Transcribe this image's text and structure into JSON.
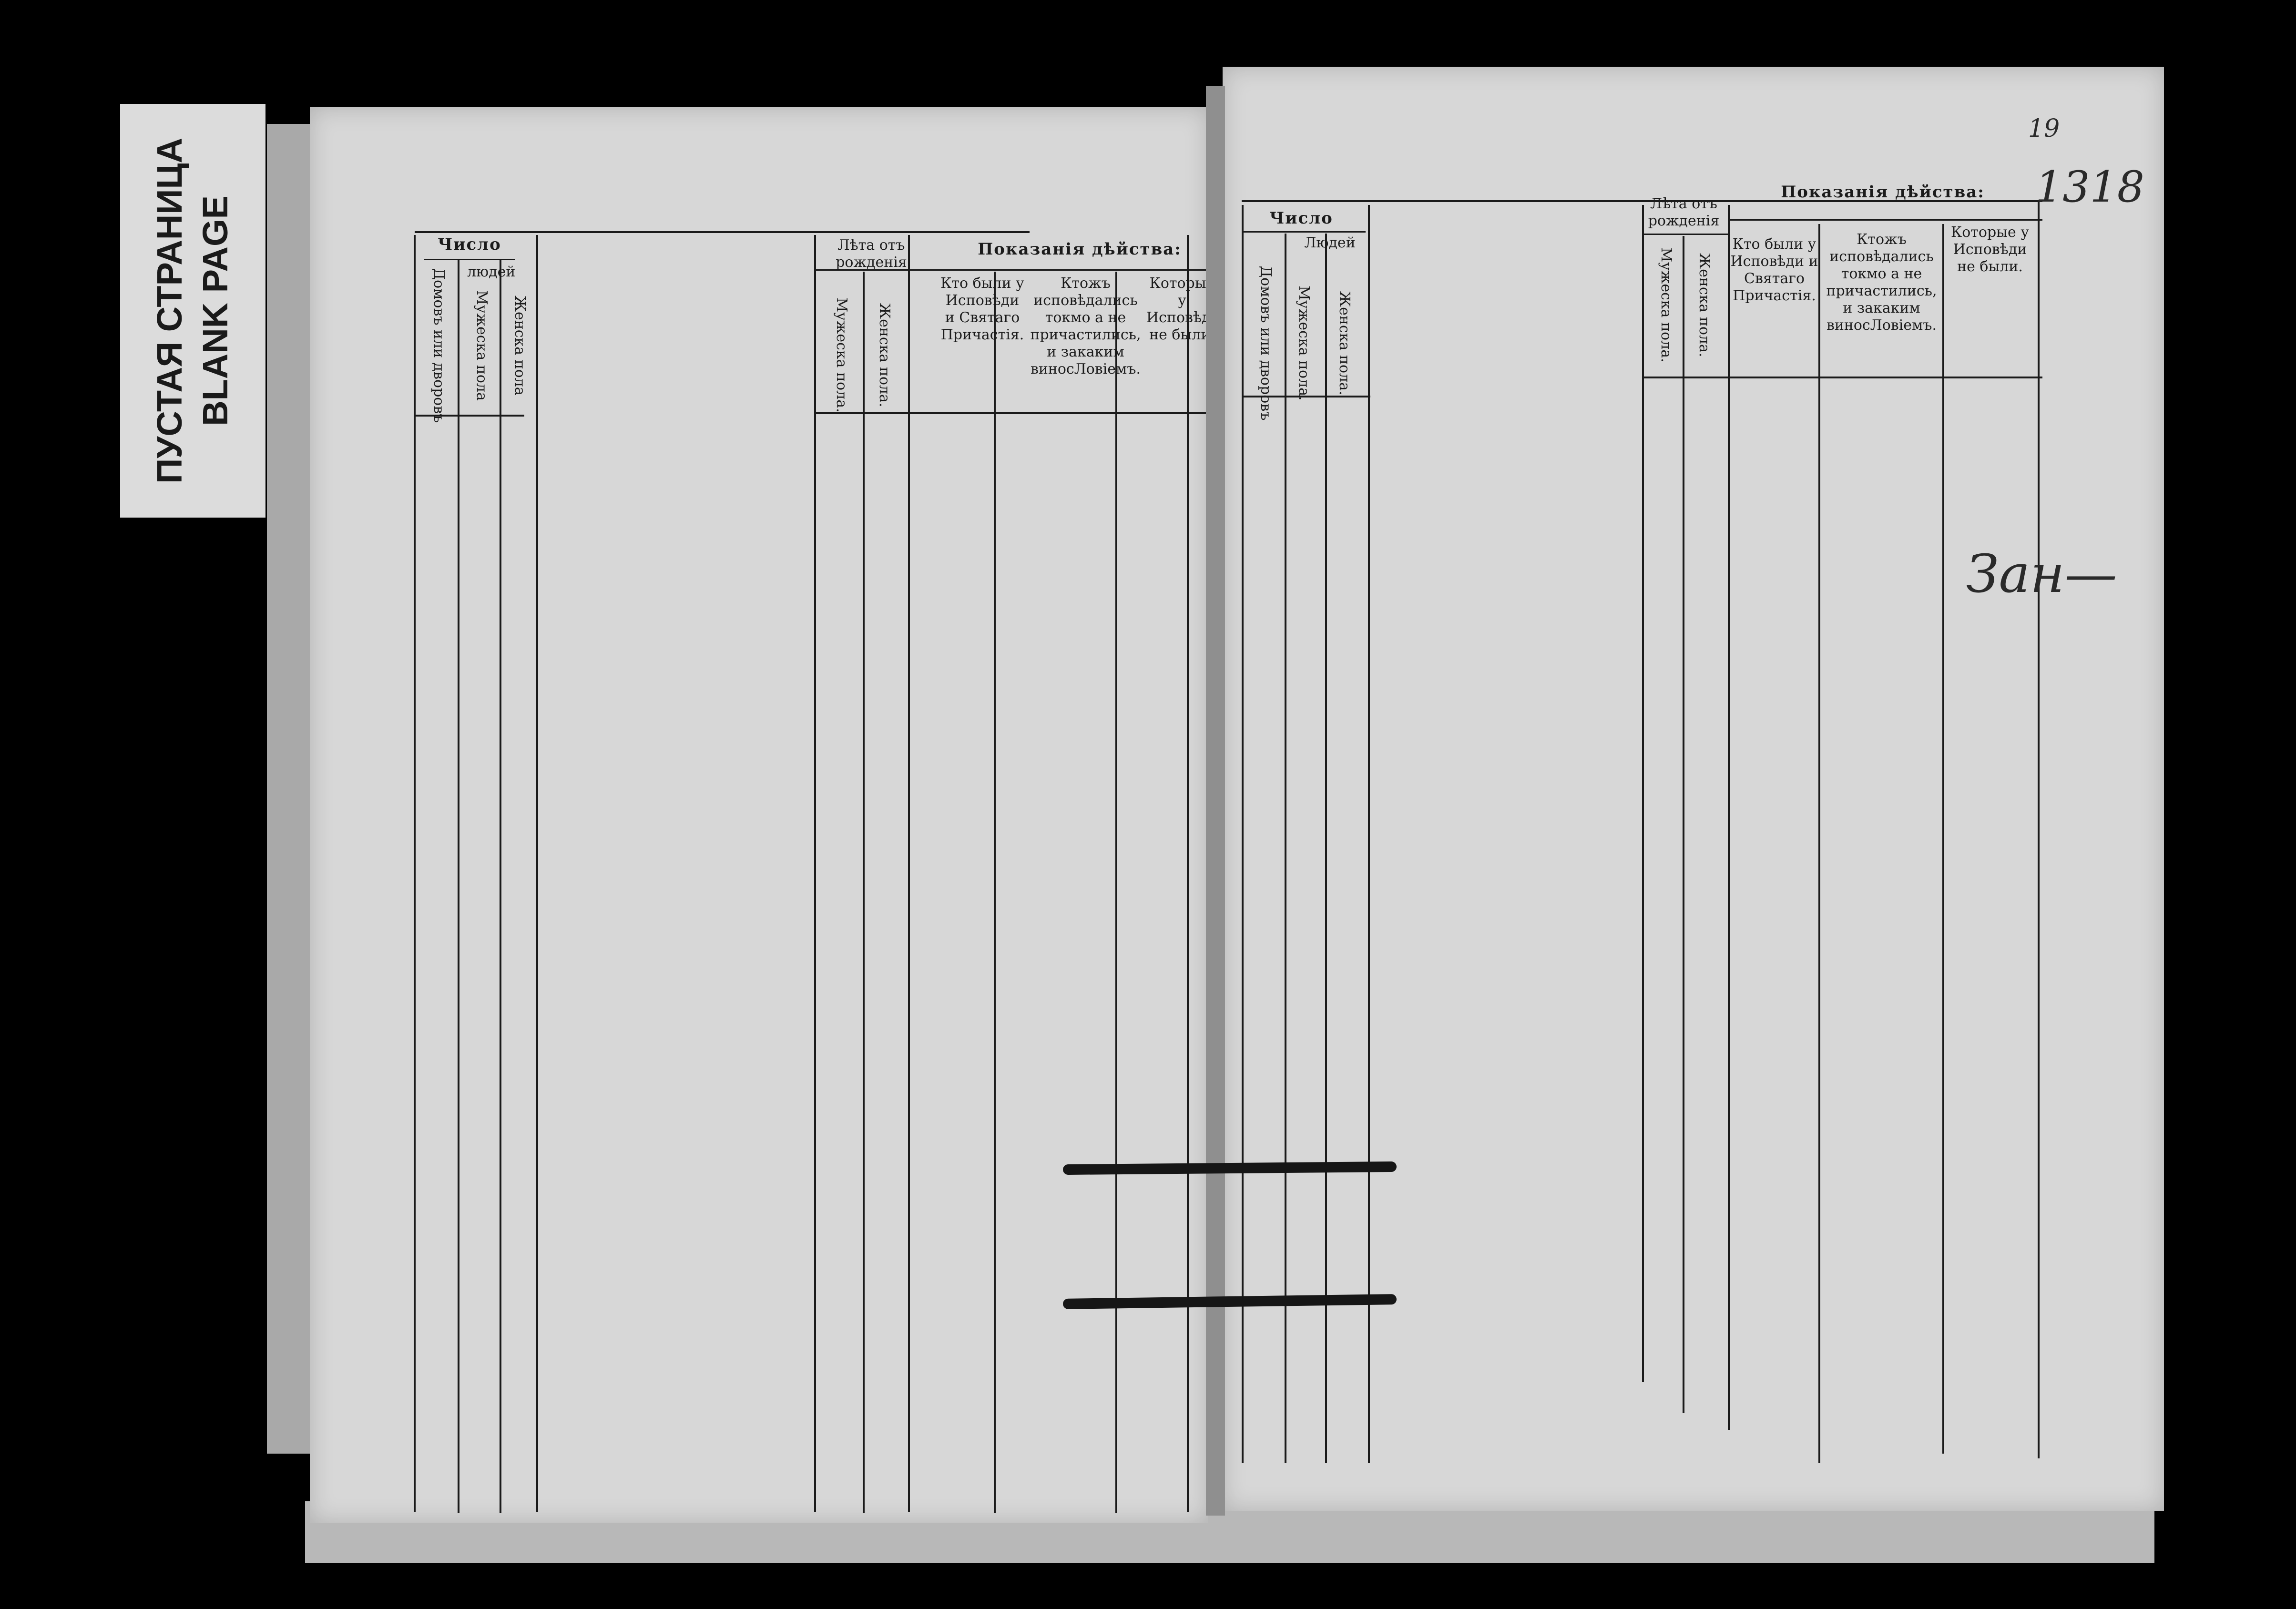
{
  "label": {
    "line1": "ПУСТАЯ СТРАНИЦА",
    "line2": "BLANK PAGE"
  },
  "left_page": {
    "number": "Число",
    "people": "людей",
    "houses": "Домовъ или дворовъ",
    "male": "Мужеска пола",
    "female": "Женска пола",
    "age": "Лѣта отъ рожденія",
    "age_male": "Мужеска пола.",
    "age_female": "Женска пола.",
    "showing": "Показанія дѣйства:",
    "col1": "Кто были у Исповѣди и Святаго Причастія.",
    "col2": "Ктожъ исповѣдались токмо а не причастились, и закаким виносЛовіемъ.",
    "col3": "Которые у Исповѣди не были."
  },
  "right_page": {
    "number": "Число",
    "people": "Людей",
    "houses": "Домовъ или дворовъ",
    "male": "Мужеска пола.",
    "female": "Женска пола.",
    "age": "Лѣта отъ рожденія",
    "age_male": "Мужеска пола.",
    "age_female": "Женска пола.",
    "showing": "Показанія дѣйства:",
    "col1": "Кто были у Исповѣди и Святаго Причастія.",
    "col2": "Ктожъ исповѣдались токмо а не причастились, и закаким виносЛовіемъ.",
    "col3": "Которые у Исповѣди не были.",
    "folio": "19",
    "handwritten_number": "1318",
    "margin_note": "Зан—"
  }
}
